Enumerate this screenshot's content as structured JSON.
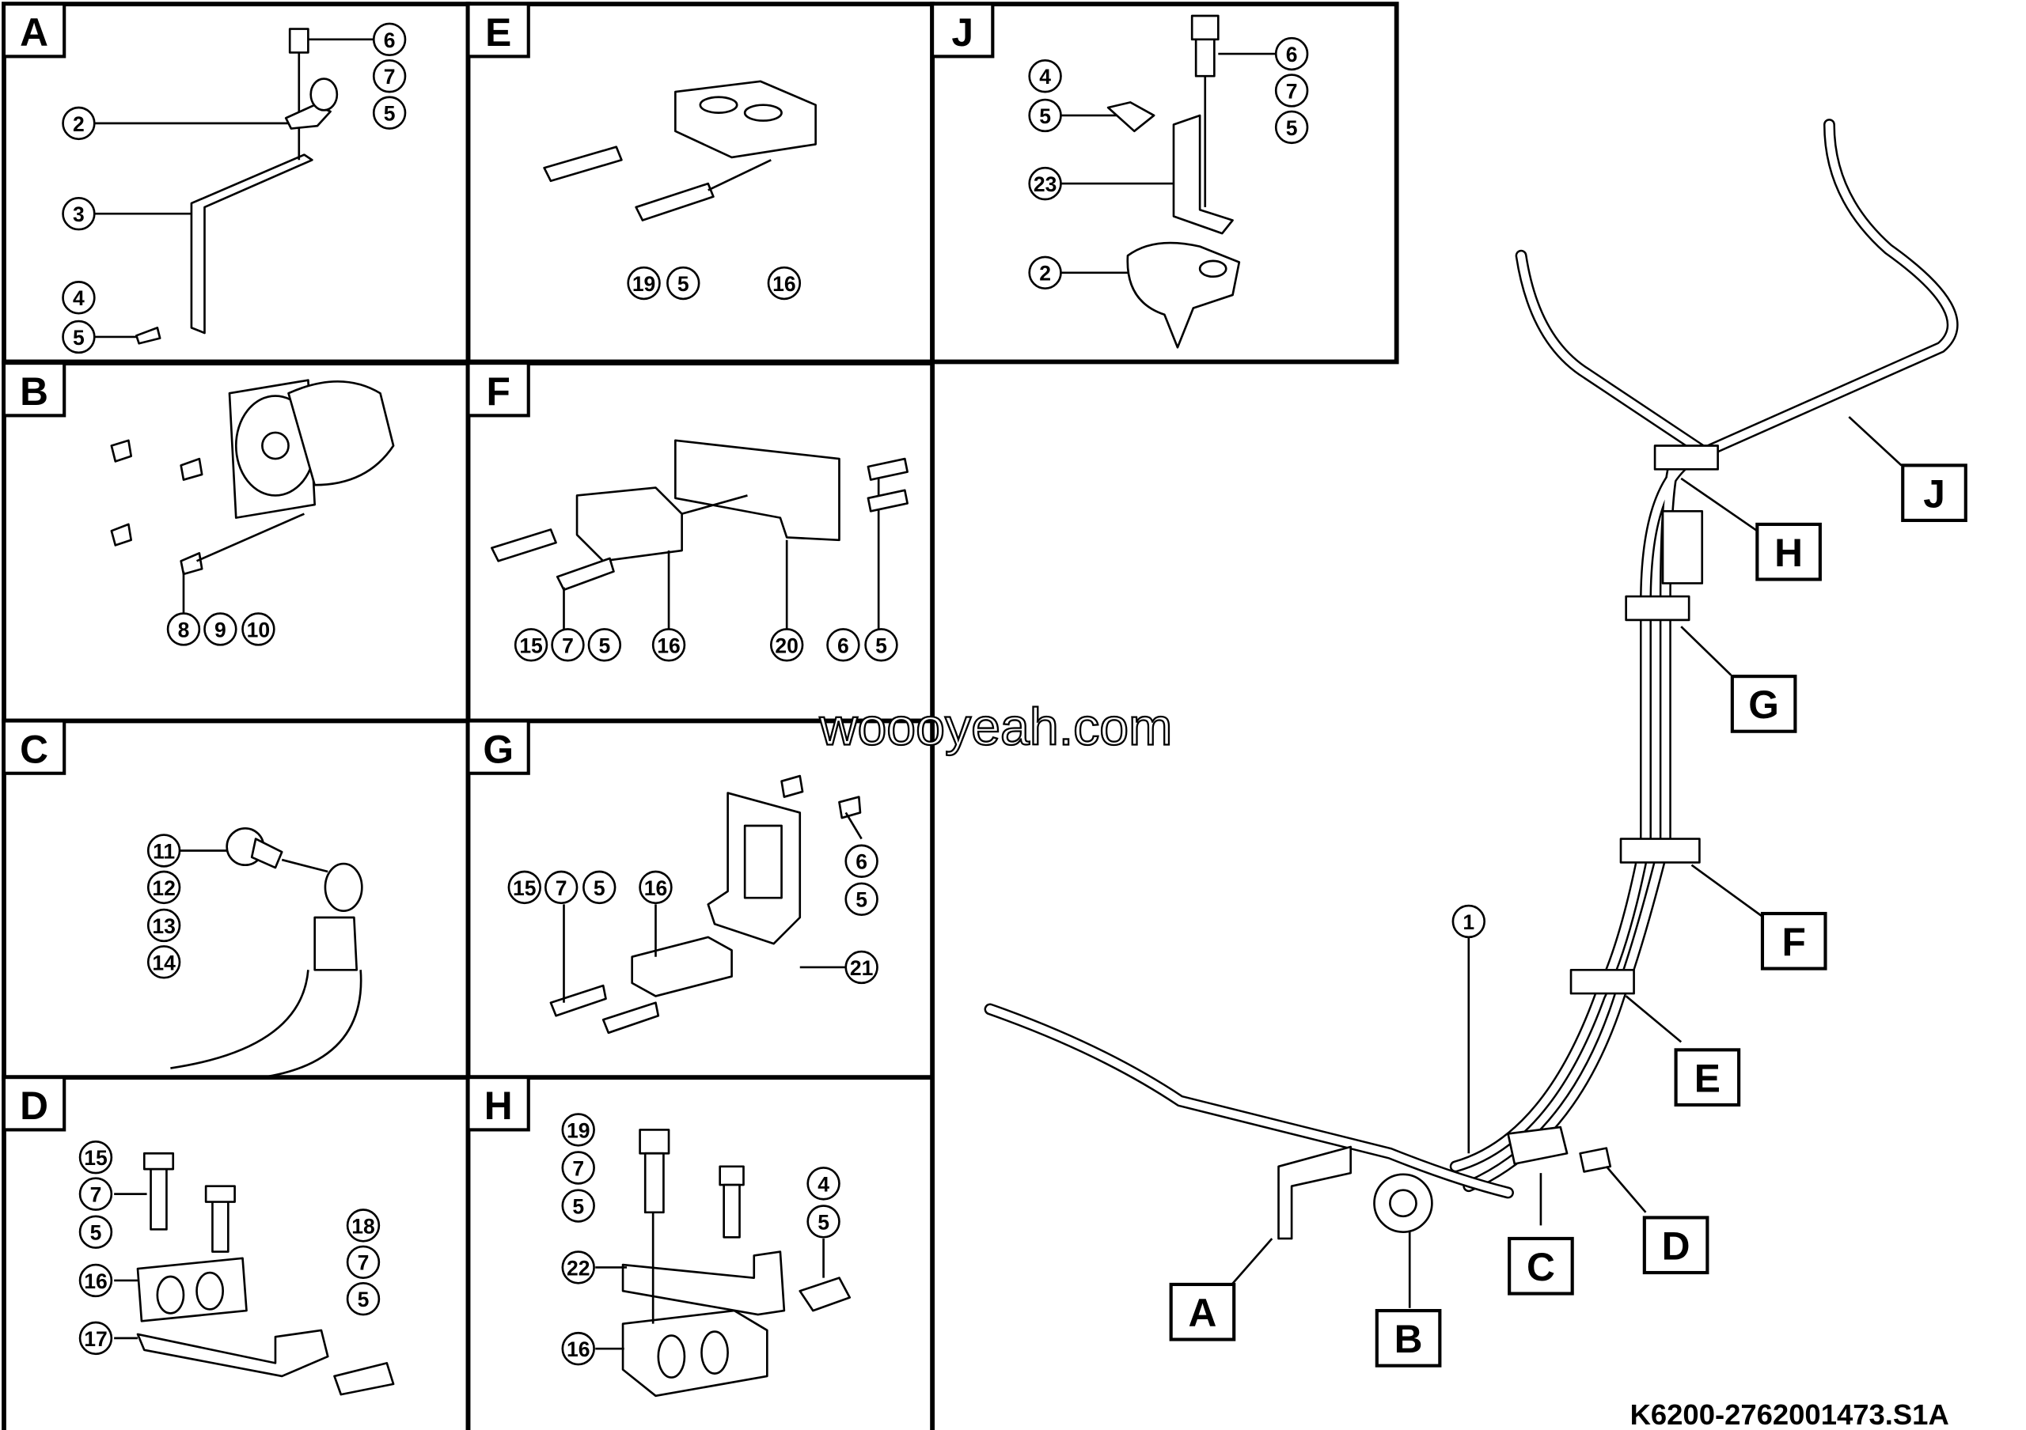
{
  "panels": [
    {
      "id": "A",
      "callouts": [
        "6",
        "7",
        "5",
        "2",
        "3",
        "4",
        "5"
      ]
    },
    {
      "id": "E",
      "callouts": [
        "19",
        "5",
        "16"
      ]
    },
    {
      "id": "J",
      "callouts": [
        "6",
        "7",
        "5",
        "4",
        "5",
        "23",
        "2"
      ]
    },
    {
      "id": "B",
      "callouts": [
        "8",
        "9",
        "10"
      ]
    },
    {
      "id": "F",
      "callouts": [
        "15",
        "7",
        "5",
        "16",
        "20",
        "6",
        "5"
      ]
    },
    {
      "id": "C",
      "callouts": [
        "11",
        "12",
        "13",
        "14"
      ]
    },
    {
      "id": "G",
      "callouts": [
        "15",
        "7",
        "5",
        "16",
        "6",
        "5",
        "21"
      ]
    },
    {
      "id": "D",
      "callouts": [
        "15",
        "7",
        "5",
        "16",
        "17",
        "18",
        "7",
        "5"
      ]
    },
    {
      "id": "H",
      "callouts": [
        "19",
        "7",
        "5",
        "22",
        "16",
        "4",
        "5"
      ]
    }
  ],
  "overview": {
    "labels": [
      "H",
      "J",
      "G",
      "F",
      "E",
      "D",
      "C",
      "A",
      "B"
    ],
    "main_callout": "1"
  },
  "watermark": "woooyeah.com",
  "drawing_code": "K6200-2762001473.S1A"
}
